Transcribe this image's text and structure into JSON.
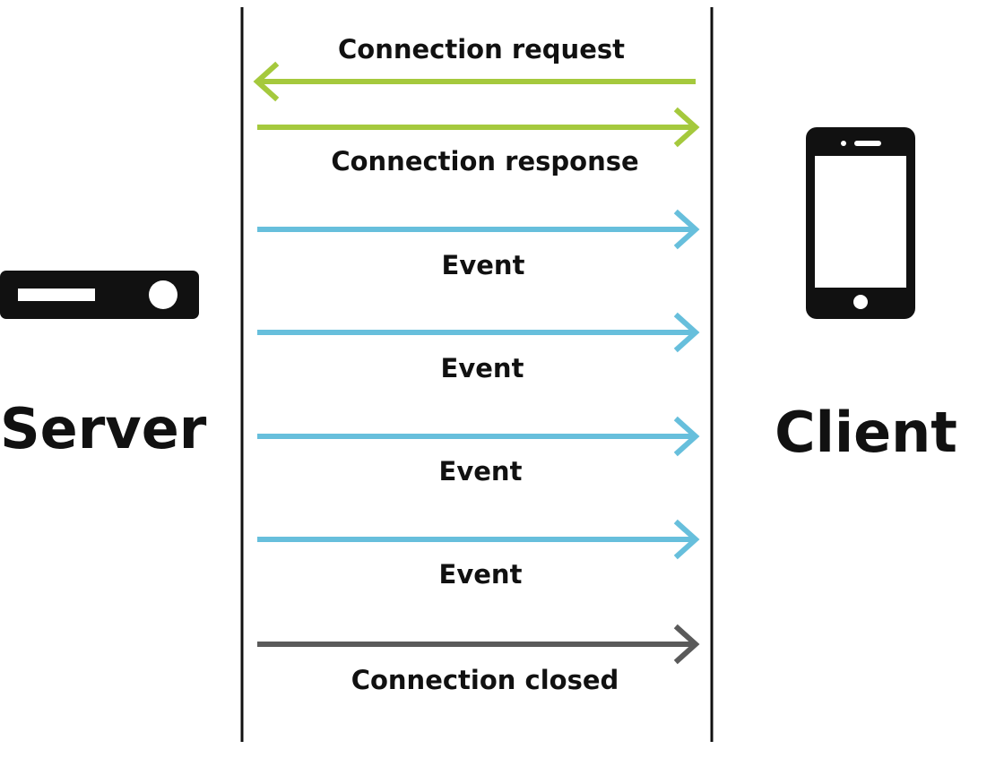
{
  "actors": {
    "left": {
      "label": "Server",
      "icon": "server-icon"
    },
    "right": {
      "label": "Client",
      "icon": "smartphone-icon"
    }
  },
  "messages": [
    {
      "label": "Connection request",
      "direction": "to-server",
      "color": "#A5C93D"
    },
    {
      "label": "Connection response",
      "direction": "to-client",
      "color": "#A5C93D"
    },
    {
      "label": "Event",
      "direction": "to-client",
      "color": "#67BFDC"
    },
    {
      "label": "Event",
      "direction": "to-client",
      "color": "#67BFDC"
    },
    {
      "label": "Event",
      "direction": "to-client",
      "color": "#67BFDC"
    },
    {
      "label": "Event",
      "direction": "to-client",
      "color": "#67BFDC"
    },
    {
      "label": "Connection closed",
      "direction": "to-client",
      "color": "#5A5A5A"
    }
  ],
  "colors": {
    "ink": "#111111",
    "lifeline": "#111111",
    "background": "#FFFFFF"
  }
}
